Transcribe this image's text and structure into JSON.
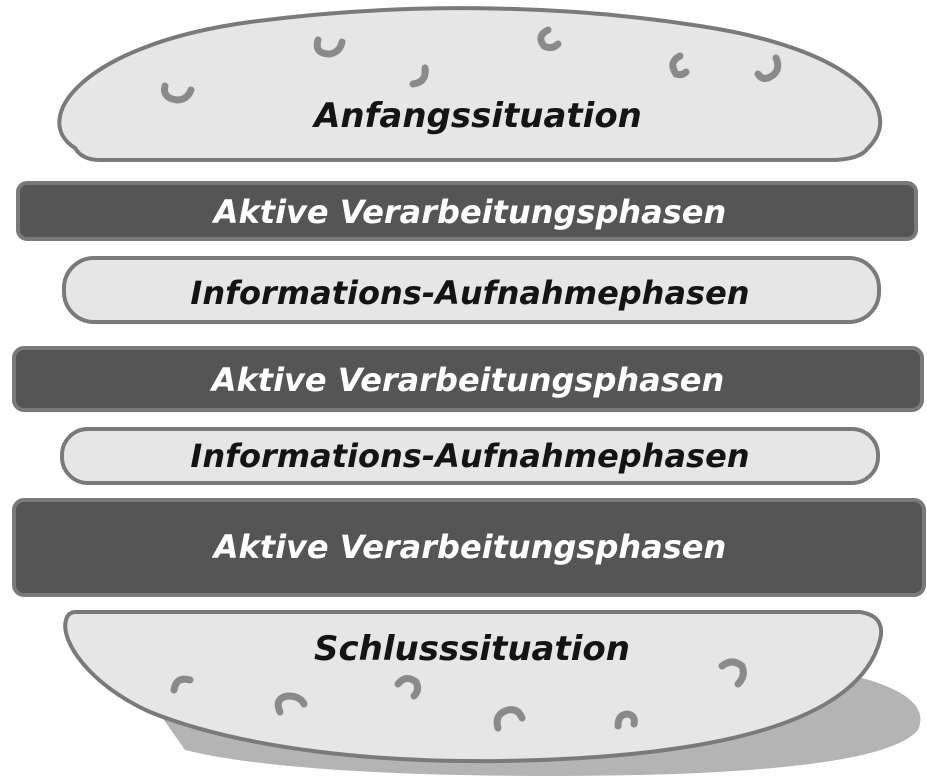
{
  "layers": [
    {
      "kind": "bun-top",
      "label": "Anfangssituation"
    },
    {
      "kind": "patty",
      "label": "Aktive Verarbeitungsphasen"
    },
    {
      "kind": "filling",
      "label": "Informations-Aufnahmephasen"
    },
    {
      "kind": "patty",
      "label": "Aktive Verarbeitungsphasen"
    },
    {
      "kind": "filling",
      "label": "Informations-Aufnahmephasen"
    },
    {
      "kind": "patty",
      "label": "Aktive Verarbeitungsphasen"
    },
    {
      "kind": "bun-bottom",
      "label": "Schlusssituation"
    }
  ],
  "colors": {
    "bun": "#e6e6e6",
    "patty": "#555555",
    "outline": "#7a7a7a",
    "shadow": "#b4b4b4",
    "sesame": "#8a8a8a"
  }
}
